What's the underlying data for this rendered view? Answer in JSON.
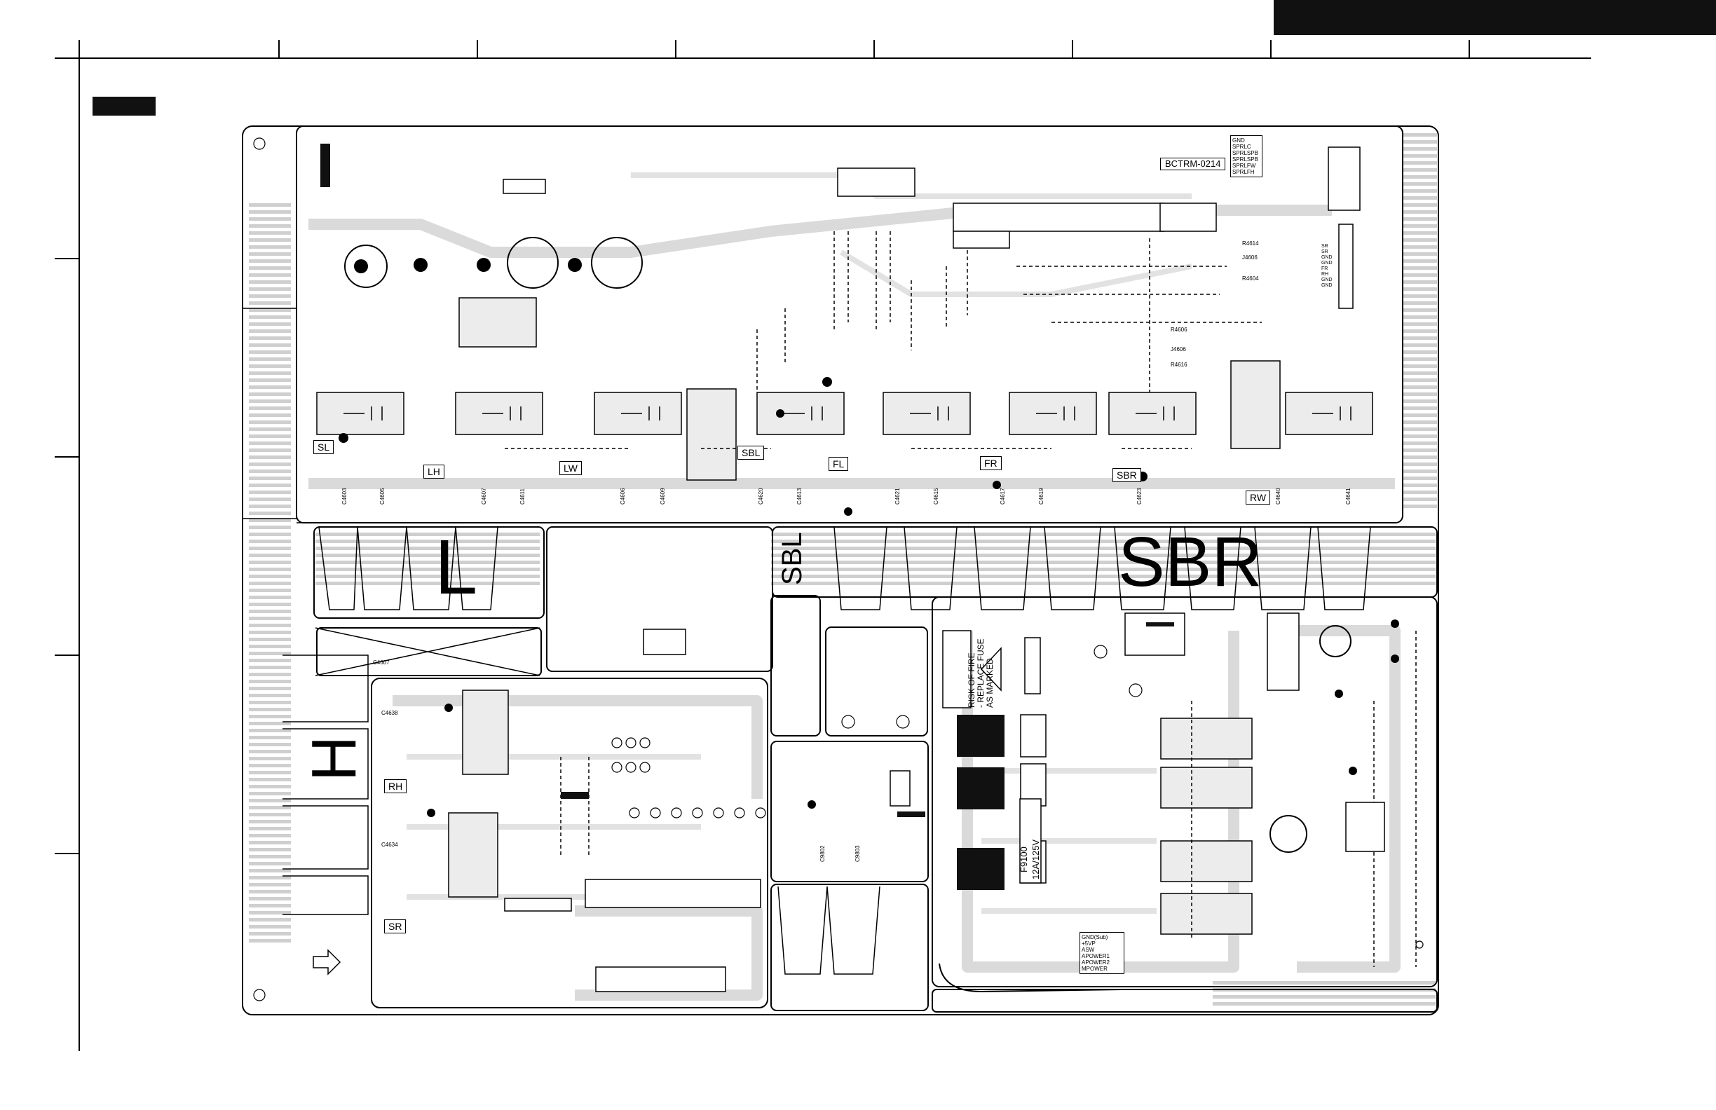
{
  "board": {
    "part_number": "BCTRM-0214",
    "channel_labels": [
      "SL",
      "LH",
      "LW",
      "SBL",
      "FL",
      "FR",
      "SBR",
      "RW",
      "RH",
      "SR"
    ],
    "big_labels": [
      "L",
      "SBL",
      "SBR",
      "H"
    ],
    "fuse_warning": "RISK OF FIRE\n- REPLACE FUSE\nAS MARKED",
    "fuse_ref": "F9100",
    "fuse_rating": "12A/125V",
    "connector_pins_right": [
      "GND",
      "SPRLC",
      "SPRLSPB",
      "SPRLSPB",
      "SPRLFW",
      "SPRLFH"
    ],
    "connector_pins_mid": [
      "SR",
      "SR",
      "GND",
      "GND",
      "FR",
      "RH",
      "GND",
      "GND"
    ],
    "power_pins": [
      "GND(Sub)",
      "+5VP",
      "ASW",
      "APOWER1",
      "APOWER2",
      "MPOWER"
    ],
    "resistor_refs": [
      "R4614",
      "J4606",
      "R4604",
      "R4606",
      "J4606",
      "R4616"
    ],
    "cap_refs_row": [
      "C4603",
      "C4605",
      "C4607",
      "C4611",
      "C4606",
      "C4609",
      "C4620",
      "C4613",
      "C4621",
      "C4615",
      "C4617",
      "C4619",
      "C4623",
      "C4640",
      "C4641"
    ],
    "cap_refs_left": [
      "C4638",
      "C4634",
      "C4607"
    ],
    "cap_refs_mid": [
      "C9802",
      "C9803"
    ]
  },
  "colors": {
    "copper_trace": "#d6d6d6",
    "outline": "#000000",
    "header_bar": "#111111"
  }
}
